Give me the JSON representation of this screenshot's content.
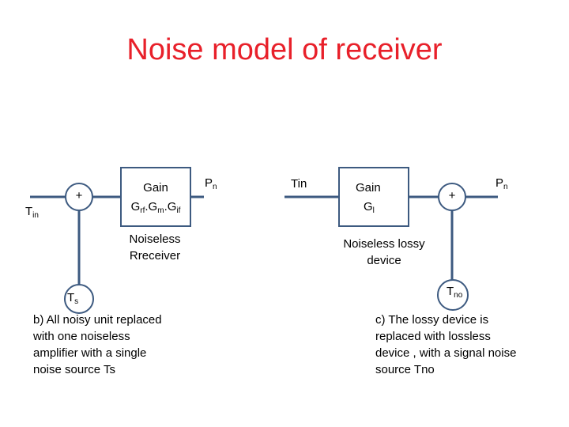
{
  "title": "Noise model of receiver",
  "colors": {
    "title": "#e8202a",
    "line": "#3d5a80"
  },
  "left_diagram": {
    "input_label": "T",
    "input_sub": "in",
    "summer_sign": "+",
    "gain_word": "Gain",
    "gain_formula": {
      "g1": "G",
      "s1": "rf",
      "sep1": ".G",
      "s2": "m",
      "sep2": ".G",
      "s3": "if"
    },
    "output_label": "P",
    "output_sub": "n",
    "box_caption": [
      "Noiseless",
      "Rreceiver"
    ],
    "noise_label": "T",
    "noise_sub": "s",
    "caption": [
      "b) All noisy unit replaced",
      "with one noiseless",
      "amplifier  with a single",
      "noise source Ts"
    ]
  },
  "right_diagram": {
    "input_label": "Tin",
    "gain_word": "Gain",
    "gain_g": "G",
    "gain_sub": "l",
    "summer_sign": "+",
    "output_label": "P",
    "output_sub": "n",
    "box_caption": [
      "Noiseless lossy",
      "device"
    ],
    "noise_label": "T",
    "noise_sub": "no",
    "caption": [
      "c) The lossy device is",
      "replaced with lossless",
      "device , with a signal noise",
      "source Tno"
    ]
  }
}
